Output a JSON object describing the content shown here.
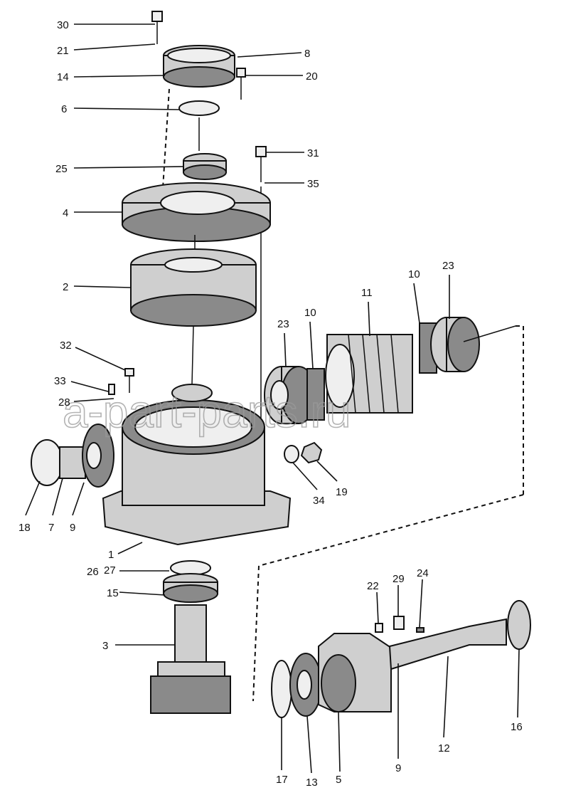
{
  "watermark": "a-part-parts.ru",
  "callouts": [
    "30",
    "21",
    "8",
    "14",
    "20",
    "6",
    "31",
    "25",
    "35",
    "4",
    "2",
    "23",
    "10",
    "11",
    "10",
    "23",
    "32",
    "33",
    "28",
    "34",
    "19",
    "18",
    "7",
    "9",
    "1",
    "26",
    "27",
    "15",
    "3",
    "22",
    "29",
    "24",
    "16",
    "12",
    "9",
    "5",
    "13",
    "17"
  ]
}
